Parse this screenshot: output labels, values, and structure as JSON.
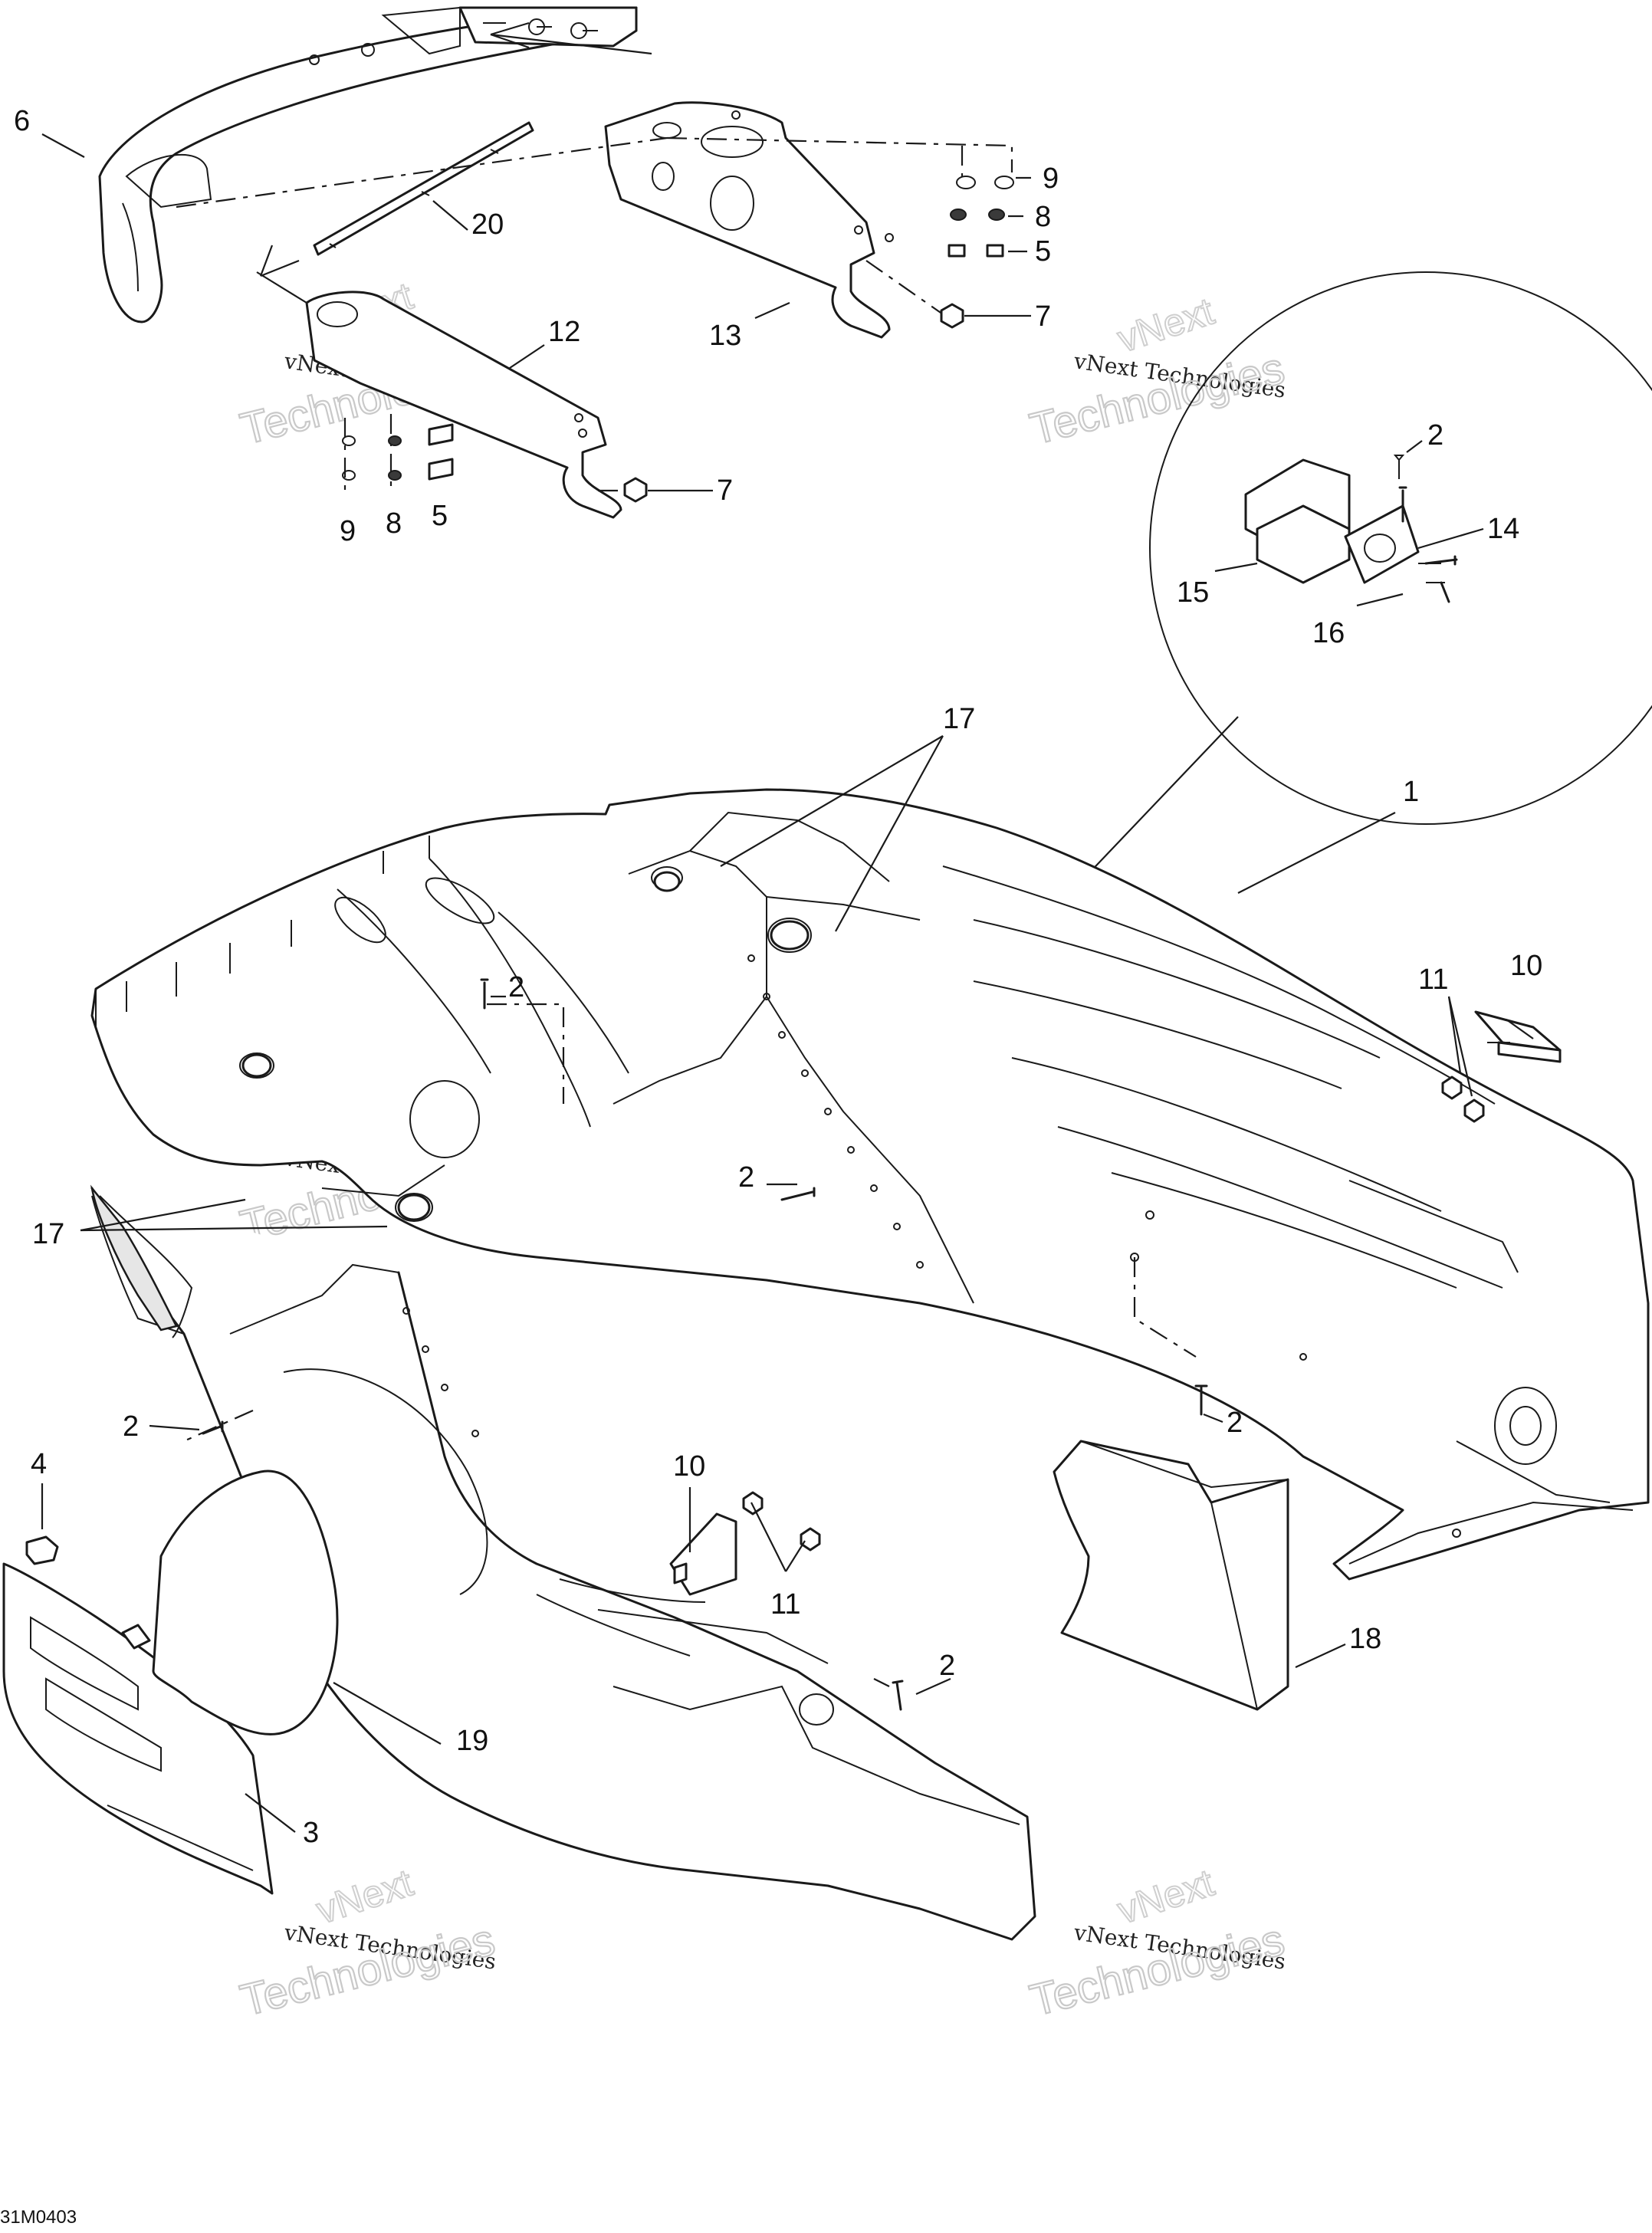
{
  "callouts": [
    {
      "id": "c6",
      "text": "6"
    },
    {
      "id": "c20",
      "text": "20"
    },
    {
      "id": "c9a",
      "text": "9"
    },
    {
      "id": "c8a",
      "text": "8"
    },
    {
      "id": "c5a",
      "text": "5"
    },
    {
      "id": "c7a",
      "text": "7"
    },
    {
      "id": "c13",
      "text": "13"
    },
    {
      "id": "c12",
      "text": "12"
    },
    {
      "id": "c7b",
      "text": "7"
    },
    {
      "id": "c9b",
      "text": "9"
    },
    {
      "id": "c8b",
      "text": "8"
    },
    {
      "id": "c5b",
      "text": "5"
    },
    {
      "id": "c2a",
      "text": "2"
    },
    {
      "id": "c14",
      "text": "14"
    },
    {
      "id": "c15",
      "text": "15"
    },
    {
      "id": "c16",
      "text": "16"
    },
    {
      "id": "c17a",
      "text": "17"
    },
    {
      "id": "c1",
      "text": "1"
    },
    {
      "id": "c11a",
      "text": "11"
    },
    {
      "id": "c10a",
      "text": "10"
    },
    {
      "id": "c2b",
      "text": "2"
    },
    {
      "id": "c17b",
      "text": "17"
    },
    {
      "id": "c2c",
      "text": "2"
    },
    {
      "id": "c2d",
      "text": "2"
    },
    {
      "id": "c2e",
      "text": "2"
    },
    {
      "id": "c4",
      "text": "4"
    },
    {
      "id": "c10b",
      "text": "10"
    },
    {
      "id": "c11b",
      "text": "11"
    },
    {
      "id": "c18",
      "text": "18"
    },
    {
      "id": "c2f",
      "text": "2"
    },
    {
      "id": "c19",
      "text": "19"
    },
    {
      "id": "c3",
      "text": "3"
    }
  ],
  "watermark": {
    "line1": "vNext",
    "line2": "vNext Technologies",
    "line3": "Technologies"
  },
  "drawing_code": "31M0403"
}
